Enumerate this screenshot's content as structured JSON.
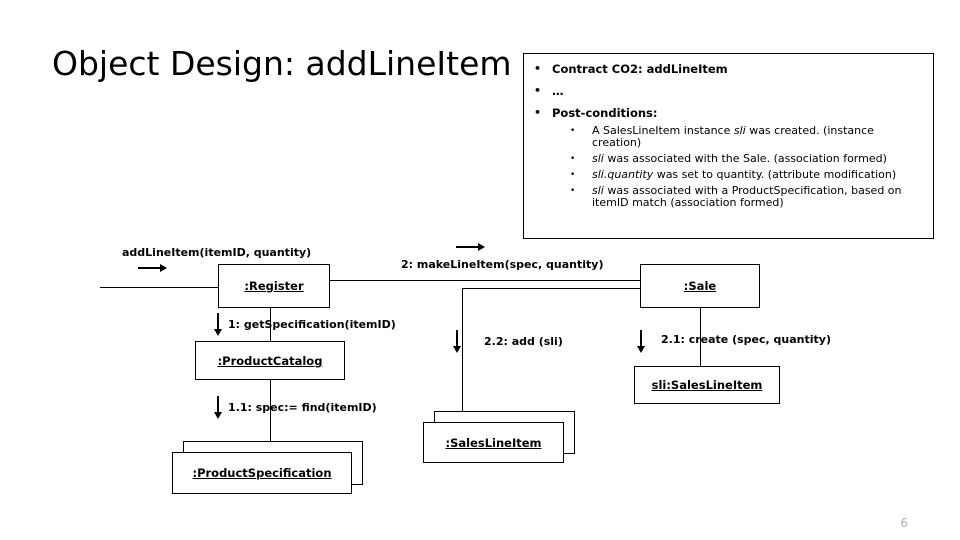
{
  "slide": {
    "title": "Object Design: addLineItem",
    "page_number": "6"
  },
  "contract": {
    "bullets": [
      {
        "level": 1,
        "marker": "•",
        "text": "Contract CO2: addLineItem"
      },
      {
        "level": 1,
        "marker": "•",
        "text": "…"
      },
      {
        "level": 1,
        "marker": "•",
        "text": "Post-conditions:"
      }
    ],
    "post_conditions": [
      {
        "marker": "•",
        "text": "A SalesLineItem instance sli was created. (instance creation)",
        "italic": "sli"
      },
      {
        "marker": "•",
        "text": "sli was associated with the Sale. (association formed)",
        "italic": "sli"
      },
      {
        "marker": "•",
        "text": "sli.quantity was set to quantity. (attribute modification)",
        "italic": "sli.quantity"
      },
      {
        "marker": "•",
        "text": "sli was associated with a ProductSpecification, based on itemID match (association formed)",
        "italic": "sli"
      }
    ]
  },
  "diagram": {
    "type": "uml-communication-diagram",
    "entry_message": "addLineItem(itemID, quantity)",
    "objects": [
      {
        "id": "register",
        "name": ":Register",
        "multi": false
      },
      {
        "id": "product-catalog",
        "name": ":ProductCatalog",
        "multi": false
      },
      {
        "id": "product-specification",
        "name": ":ProductSpecification",
        "multi": true
      },
      {
        "id": "sale",
        "name": ":Sale",
        "multi": false
      },
      {
        "id": "sales-line-item-collection",
        "name": ":SalesLineItem",
        "multi": true
      },
      {
        "id": "sli-sales-line-item",
        "name": "sli:SalesLineItem",
        "multi": false
      }
    ],
    "messages": [
      {
        "id": "m1",
        "label": "1: getSpecification(itemID)",
        "from": "register",
        "to": "product-catalog"
      },
      {
        "id": "m11",
        "label": "1.1: spec:= find(itemID)",
        "from": "product-catalog",
        "to": "product-specification"
      },
      {
        "id": "m2",
        "label": "2: makeLineItem(spec, quantity)",
        "from": "register",
        "to": "sale"
      },
      {
        "id": "m21",
        "label": "2.1: create (spec, quantity)",
        "from": "sale",
        "to": "sli-sales-line-item"
      },
      {
        "id": "m22",
        "label": "2.2: add (sli)",
        "from": "sale",
        "to": "sales-line-item-collection"
      }
    ]
  }
}
